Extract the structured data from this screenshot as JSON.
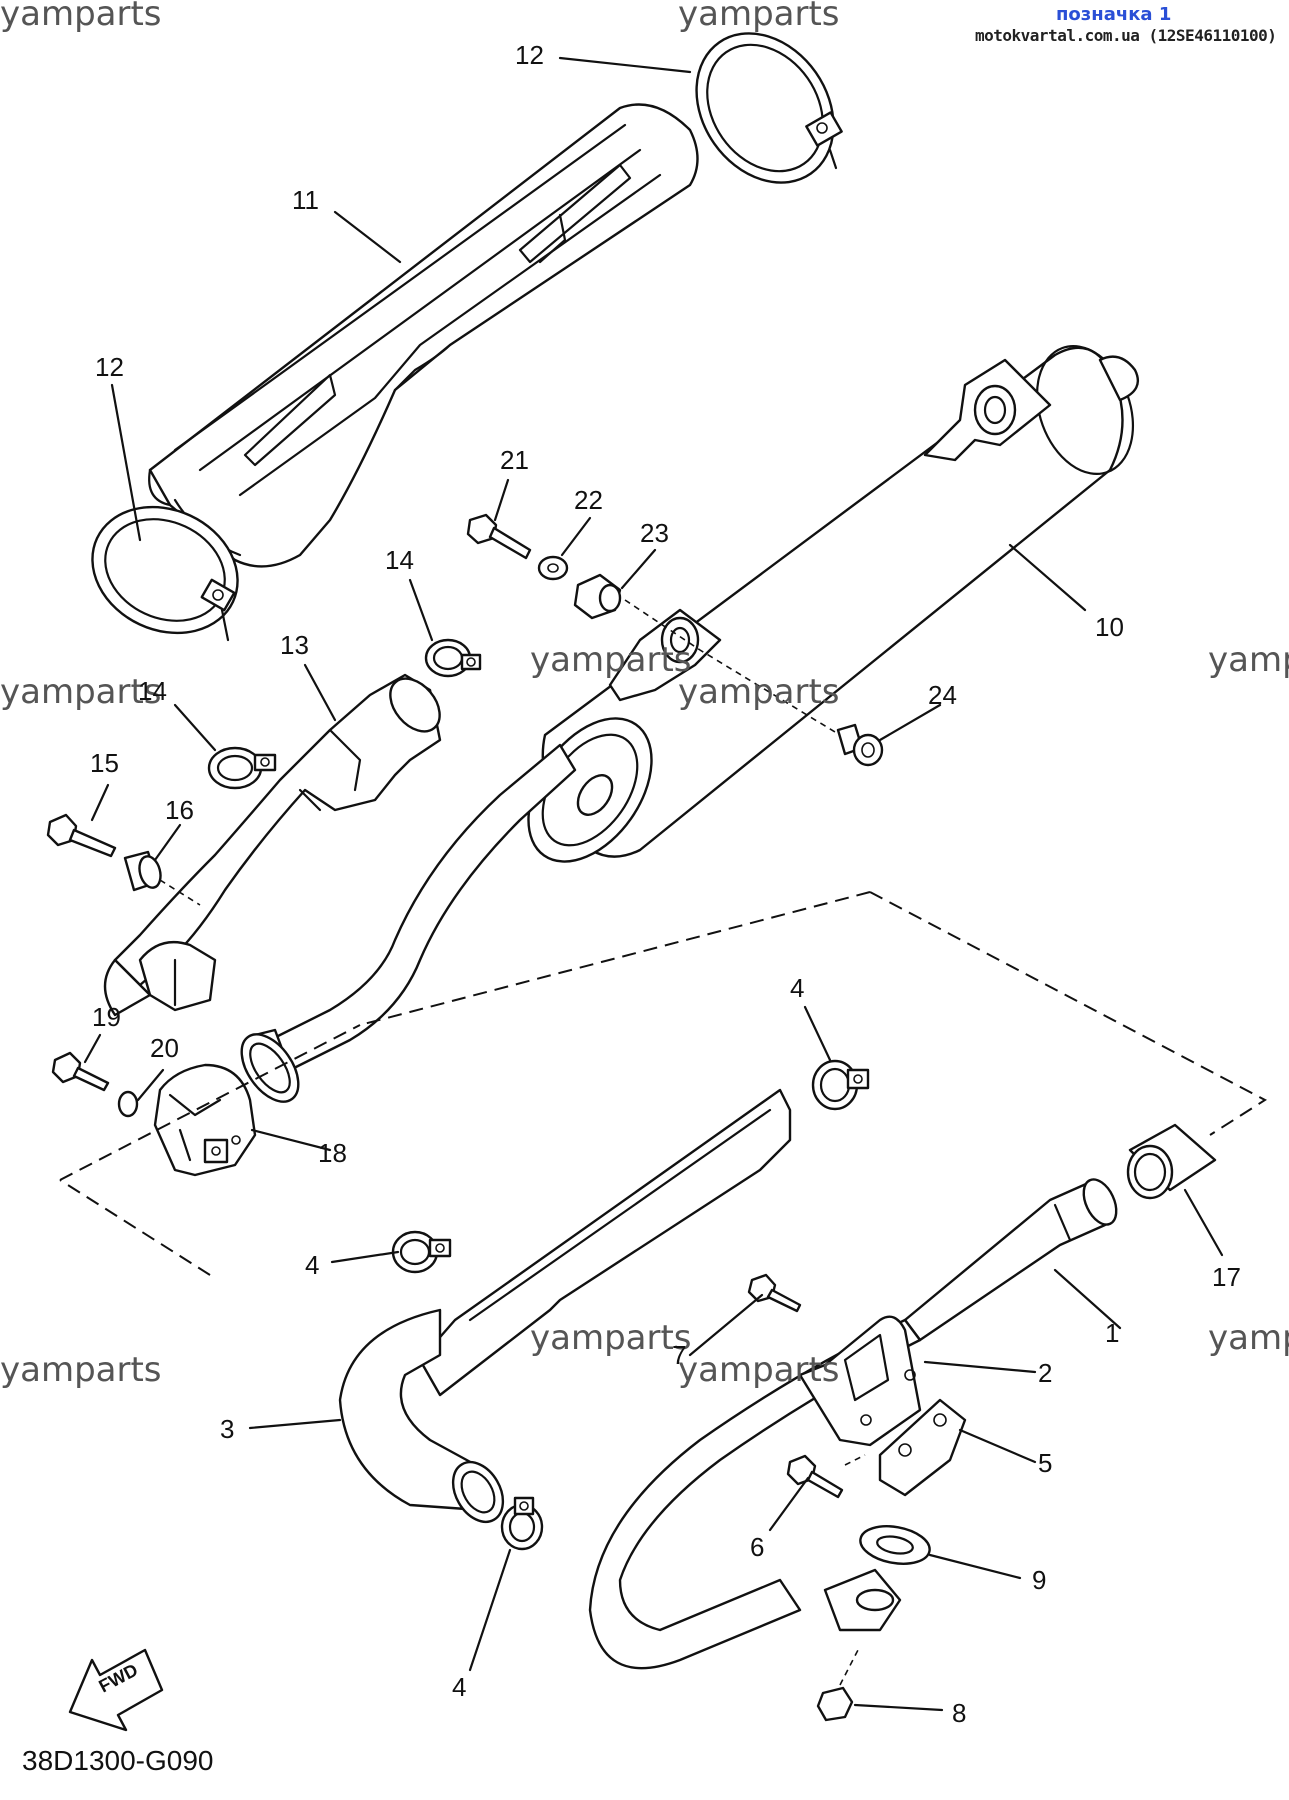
{
  "header": {
    "label": "позначка 1",
    "source": "motokvartal.com.ua (12SE46110100)"
  },
  "diagram_code": "38D1300-G090",
  "fwd_label": "FWD",
  "watermark": "yamparts",
  "watermarks": [
    {
      "id": "wm1",
      "text": "yamparts"
    },
    {
      "id": "wm2",
      "text": "yamparts"
    },
    {
      "id": "wm3",
      "text": "yamparts"
    },
    {
      "id": "wm4",
      "text": "yamparts"
    },
    {
      "id": "wm5",
      "text": "yamparts"
    },
    {
      "id": "wm6",
      "text": "yamparts"
    },
    {
      "id": "wm7",
      "text": "yamparts"
    },
    {
      "id": "wm8",
      "text": "yamparts"
    },
    {
      "id": "wm9",
      "text": "yamparts"
    },
    {
      "id": "wm10",
      "text": "yamparts"
    }
  ],
  "callouts": [
    {
      "id": "c12a",
      "text": "12"
    },
    {
      "id": "c11",
      "text": "11"
    },
    {
      "id": "c12b",
      "text": "12"
    },
    {
      "id": "c21",
      "text": "21"
    },
    {
      "id": "c22",
      "text": "22"
    },
    {
      "id": "c23",
      "text": "23"
    },
    {
      "id": "c10",
      "text": "10"
    },
    {
      "id": "c14a",
      "text": "14"
    },
    {
      "id": "c13",
      "text": "13"
    },
    {
      "id": "c14b",
      "text": "14"
    },
    {
      "id": "c24",
      "text": "24"
    },
    {
      "id": "c15",
      "text": "15"
    },
    {
      "id": "c16",
      "text": "16"
    },
    {
      "id": "c19",
      "text": "19"
    },
    {
      "id": "c20",
      "text": "20"
    },
    {
      "id": "c18",
      "text": "18"
    },
    {
      "id": "c4a",
      "text": "4"
    },
    {
      "id": "c17",
      "text": "17"
    },
    {
      "id": "c4b",
      "text": "4"
    },
    {
      "id": "c1",
      "text": "1"
    },
    {
      "id": "c7",
      "text": "7"
    },
    {
      "id": "c2",
      "text": "2"
    },
    {
      "id": "c3",
      "text": "3"
    },
    {
      "id": "c5",
      "text": "5"
    },
    {
      "id": "c6",
      "text": "6"
    },
    {
      "id": "c9",
      "text": "9"
    },
    {
      "id": "c4c",
      "text": "4"
    },
    {
      "id": "c8",
      "text": "8"
    }
  ]
}
